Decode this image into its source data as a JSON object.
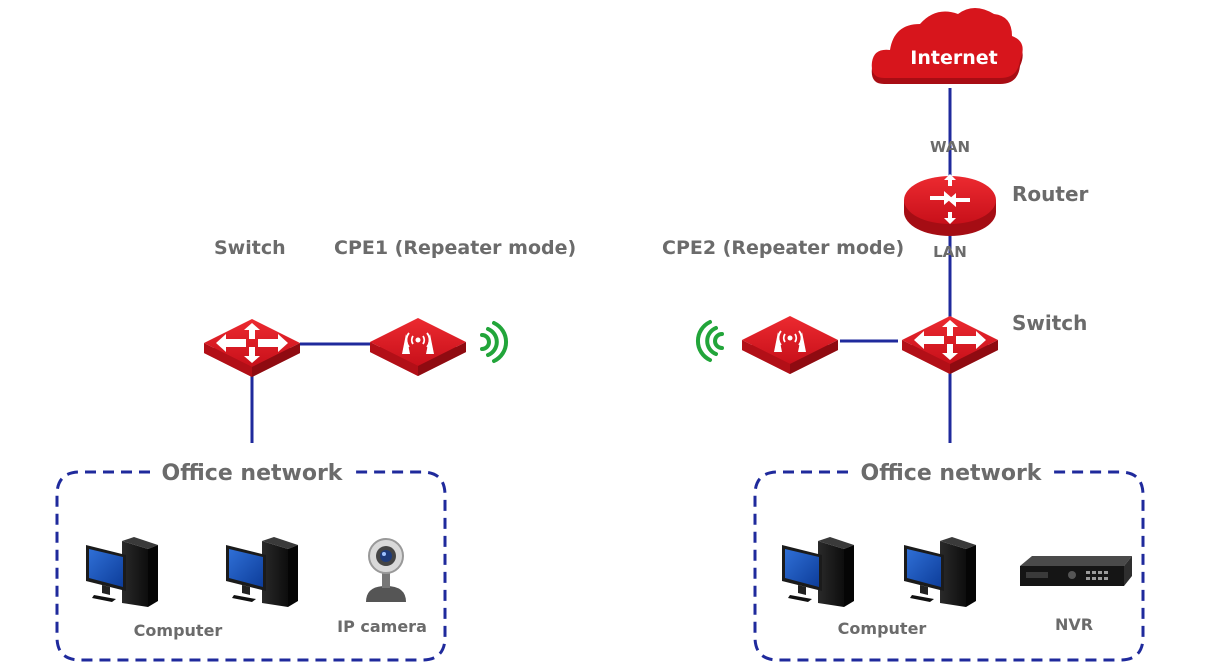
{
  "internet": {
    "label": "Internet"
  },
  "router": {
    "label": "Router",
    "wan_label": "WAN",
    "lan_label": "LAN"
  },
  "left": {
    "switch_label": "Switch",
    "cpe_label": "CPE1 (Repeater mode)",
    "group_label": "Office network",
    "computer_label": "Computer",
    "camera_label": "IP camera"
  },
  "right": {
    "switch_label": "Switch",
    "cpe_label": "CPE2 (Repeater mode)",
    "group_label": "Office network",
    "computer_label": "Computer",
    "nvr_label": "NVR"
  },
  "colors": {
    "device_red": "#d7151c",
    "link_blue": "#1f2a9c",
    "wifi_green": "#22a53a",
    "label_gray": "#6b6b6b"
  },
  "icons": [
    "cloud-icon",
    "router-icon",
    "switch-icon",
    "cpe-icon",
    "wifi-signal-icon",
    "computer-icon",
    "ip-camera-icon",
    "nvr-icon"
  ]
}
